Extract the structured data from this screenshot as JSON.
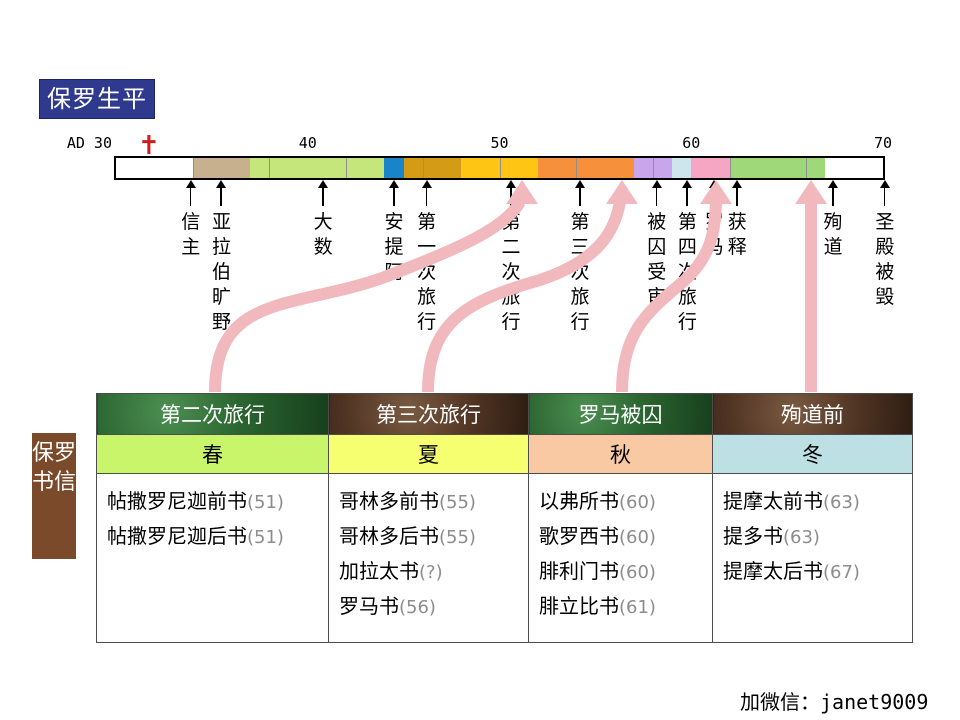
{
  "title": "保罗生平",
  "axis": {
    "ticks": [
      {
        "label": "AD 30",
        "year": 30
      },
      {
        "label": "40",
        "year": 40
      },
      {
        "label": "50",
        "year": 50
      },
      {
        "label": "60",
        "year": 60
      },
      {
        "label": "70",
        "year": 70
      }
    ],
    "cross_icon": "cross-icon",
    "cross_symbol": "✝",
    "cross_color": "#d11c1c"
  },
  "timeline_segments": [
    {
      "name": "white",
      "start": 30,
      "end": 34,
      "color": "#ffffff"
    },
    {
      "name": "tan",
      "start": 34,
      "end": 37,
      "color": "#c6b08e"
    },
    {
      "name": "lime",
      "start": 37,
      "end": 44,
      "color": "#c5e67a"
    },
    {
      "name": "blue",
      "start": 44,
      "end": 45,
      "color": "#1a84c8"
    },
    {
      "name": "ochre",
      "start": 45,
      "end": 48,
      "color": "#d49b16"
    },
    {
      "name": "yellow",
      "start": 48,
      "end": 52,
      "color": "#ffc515"
    },
    {
      "name": "orange",
      "start": 52,
      "end": 57,
      "color": "#f7903a"
    },
    {
      "name": "purple",
      "start": 57,
      "end": 59,
      "color": "#c9a6ec"
    },
    {
      "name": "lightblue",
      "start": 59,
      "end": 60,
      "color": "#cde6ee"
    },
    {
      "name": "pink",
      "start": 60,
      "end": 62,
      "color": "#f4a6c2"
    },
    {
      "name": "green",
      "start": 62,
      "end": 67,
      "color": "#9fd878"
    },
    {
      "name": "white2",
      "start": 67,
      "end": 70,
      "color": "#ffffff"
    }
  ],
  "events": [
    {
      "label": "信主",
      "year": 33.9
    },
    {
      "label": "亚拉伯旷野",
      "year": 35.5
    },
    {
      "label": "大数",
      "year": 40.8
    },
    {
      "label": "安提阿",
      "year": 44.5
    },
    {
      "label": "第一次旅行",
      "year": 46.2
    },
    {
      "label": "第二次旅行",
      "year": 50.6
    },
    {
      "label": "第三次旅行",
      "year": 54.2
    },
    {
      "label": "被囚受审",
      "year": 58.2
    },
    {
      "label": "第四次旅行",
      "year": 59.8
    },
    {
      "label": "罗马",
      "year": 61.2
    },
    {
      "label": "获释",
      "year": 62.4
    },
    {
      "label": "殉道",
      "year": 67.4
    },
    {
      "label": "圣殿被毁",
      "year": 70.1
    }
  ],
  "letters_label": "保罗书信",
  "columns": [
    {
      "phase": "第二次旅行",
      "phase_style": "green",
      "season": "春",
      "season_color": "#c9f56b",
      "books": [
        {
          "name": "帖撒罗尼迦前书",
          "year": "(51)"
        },
        {
          "name": "帖撒罗尼迦后书",
          "year": "(51)"
        }
      ]
    },
    {
      "phase": "第三次旅行",
      "phase_style": "brown",
      "season": "夏",
      "season_color": "#f5ff6f",
      "books": [
        {
          "name": "哥林多前书",
          "year": "(55)"
        },
        {
          "name": "哥林多后书",
          "year": "(55)"
        },
        {
          "name": "加拉太书",
          "year": "(?)"
        },
        {
          "name": "罗马书",
          "year": "(56)"
        }
      ]
    },
    {
      "phase": "罗马被囚",
      "phase_style": "green",
      "season": "秋",
      "season_color": "#f8c9a3",
      "books": [
        {
          "name": "以弗所书",
          "year": "(60)"
        },
        {
          "name": "歌罗西书",
          "year": "(60)"
        },
        {
          "name": "腓利门书",
          "year": "(60)"
        },
        {
          "name": "腓立比书",
          "year": "(61)"
        }
      ]
    },
    {
      "phase": "殉道前",
      "phase_style": "brown",
      "season": "冬",
      "season_color": "#bde0e4",
      "books": [
        {
          "name": "提摩太前书",
          "year": "(63)"
        },
        {
          "name": "提多书",
          "year": "(63)"
        },
        {
          "name": "提摩太后书",
          "year": "(67)"
        }
      ]
    }
  ],
  "arrow_color": "#f1b9bd",
  "contact": "加微信：janet9009"
}
